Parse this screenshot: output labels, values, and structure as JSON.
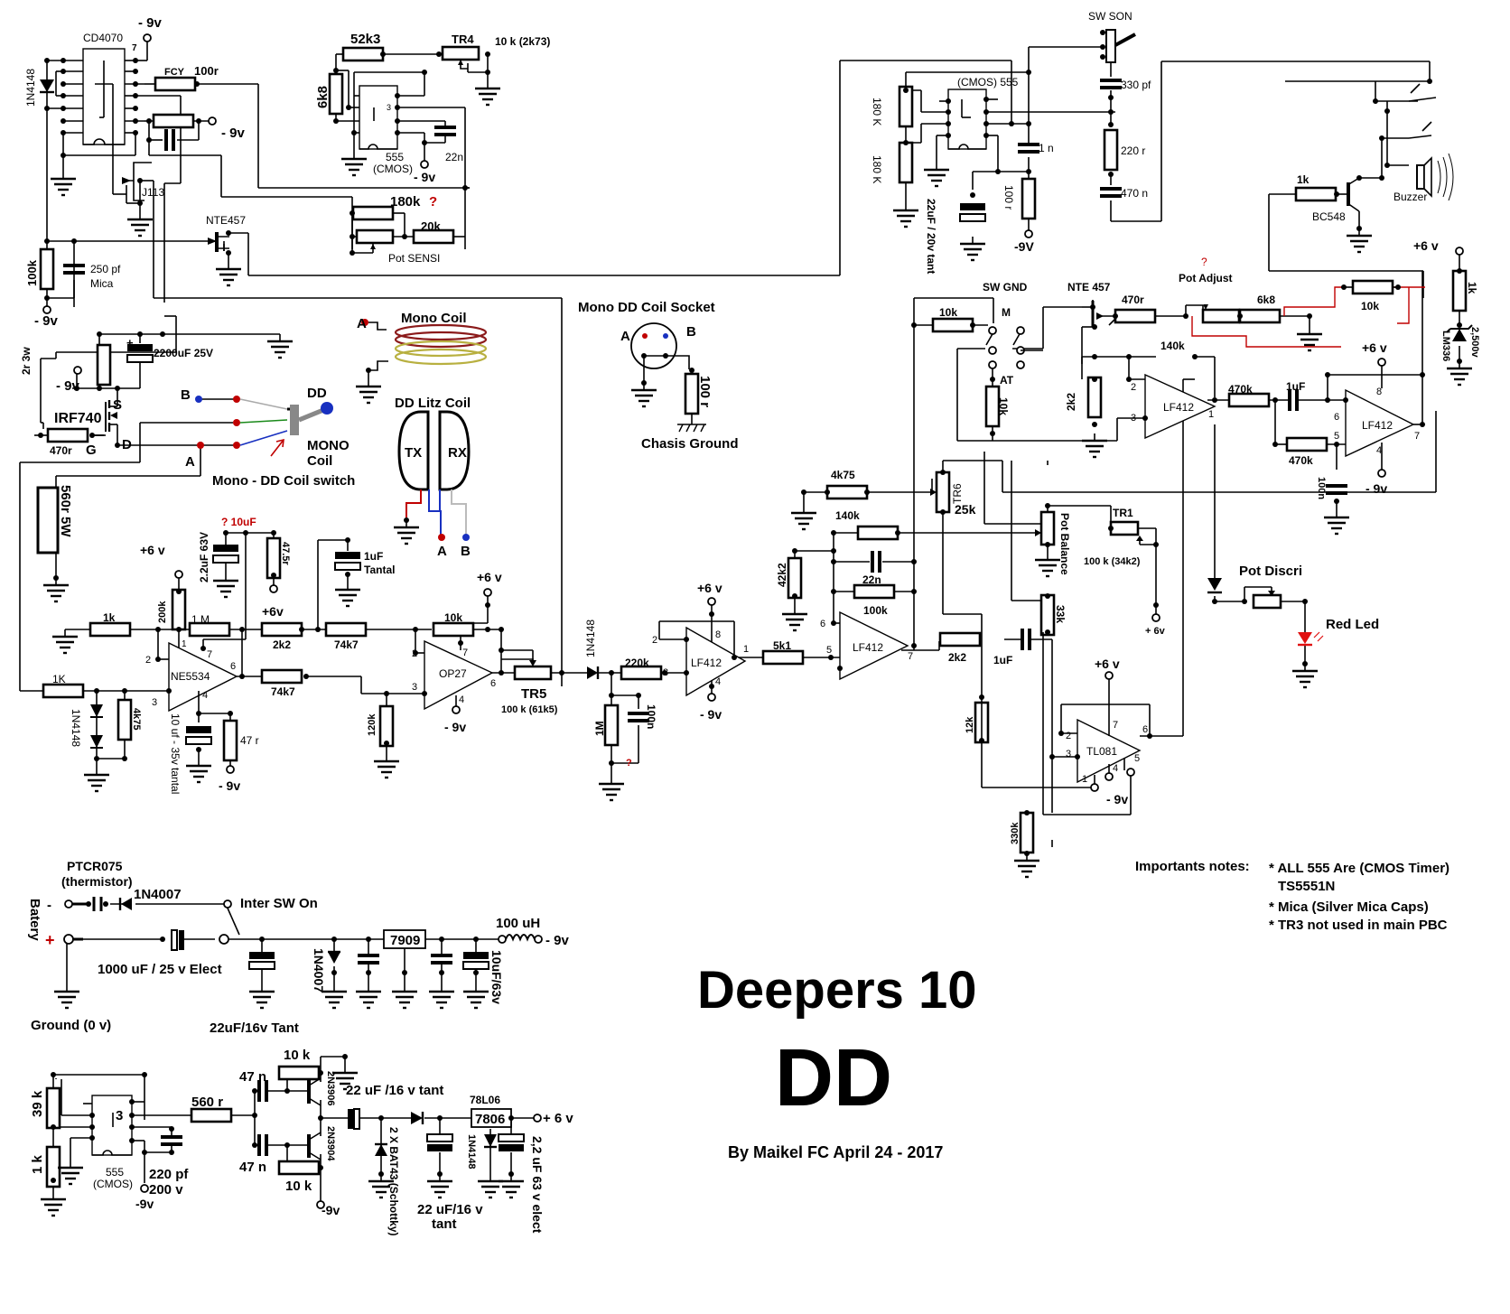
{
  "title": {
    "line1": "Deepers 10",
    "line2": "DD",
    "byline": "By Maikel FC April 24 - 2017"
  },
  "notes": {
    "heading": "Importants notes:",
    "items": [
      "* ALL 555  Are  (CMOS Timer)",
      "TS5551N",
      "* Mica (Silver Mica Caps)",
      "* TR3 not used in main PBC"
    ]
  },
  "oscillator": {
    "ic": "CD4070",
    "pin7": "7",
    "supply_neg": "- 9v",
    "diode": "1N4148",
    "fcy_label": "FCY",
    "fcy_res": "100r",
    "rc_supply": "- 9v",
    "fet": "J113",
    "r_100k": "100k",
    "c_250pf": "250 pf",
    "c_mica": "Mica",
    "neg9_bottom": "- 9v",
    "nte457": "NTE457"
  },
  "timer_top": {
    "r_52k3": "52k3",
    "tr4": "TR4",
    "tr4_val": "10 k (2k73)",
    "r_6k8": "6k8",
    "ic": "555",
    "ic_sub": "(CMOS)",
    "pin3": "3",
    "c_22n": "22n",
    "neg9": "- 9v",
    "r_180k": "180k",
    "q_mark": "?",
    "r_20k": "20k",
    "pot_sensi": "Pot SENSI"
  },
  "sound": {
    "sw_son": "SW SON",
    "ic": "(CMOS) 555",
    "r1": "180 K",
    "r2": "180 K",
    "c_1n": "1 n",
    "r_100r": "100 r",
    "cap_22uf": "22uF / 20v tant",
    "neg9": "-9V",
    "c_330pf": "330 pf",
    "r_220r": "220 r",
    "c_470n": "470 n",
    "r_1k": "1k",
    "transistor": "BC548",
    "buzzer": "Buzzer",
    "pos6": "+6 v",
    "q_mark": "?"
  },
  "tx_driver": {
    "neg9": "- 9v",
    "r_2r3w": "2r 3w",
    "cap": "2200uF 25V",
    "mosfet": "IRF740",
    "pin_s": "S",
    "pin_g": "G",
    "pin_d": "D",
    "r_470r": "470r",
    "r_560r": "560r 5W",
    "pt_b": "B",
    "pt_a": "A",
    "dd": "DD",
    "mono": "MONO",
    "coil": "Coil",
    "switch_label": "Mono - DD Coil switch"
  },
  "coils": {
    "mono_title": "Mono Coil",
    "mono_a": "A",
    "dd_title": "DD Litz Coil",
    "tx": "TX",
    "rx": "RX",
    "a": "A",
    "b": "B"
  },
  "socket": {
    "title": "Mono DD Coil  Socket",
    "a": "A",
    "b": "B",
    "r": "100 r",
    "chassis": "Chasis Ground"
  },
  "preamp": {
    "q10uf": "? 10uF",
    "pos6a": "+6 v",
    "r_200k": "200k",
    "c_2u2": "2.2uF 63V",
    "r_47r5": "47.5r",
    "pos6b": "+6v",
    "c_1uf": "1uF",
    "c_tantal": "Tantal",
    "r_1k_a": "1k",
    "r_1m": "1 M",
    "r_1k_b": "1K",
    "ic": "NE5534",
    "pins": [
      "1",
      "2",
      "3",
      "4",
      "6",
      "7"
    ],
    "diode": "1N4148",
    "r_4k75": "4k75",
    "cap_10uf": "10 uf - 35v tantal",
    "r_47r": "47 r",
    "neg9": "- 9v",
    "r_2k2": "2k2",
    "r_74k7a": "74k7",
    "r_74k7b": "74k7",
    "r_10k": "10k",
    "pos6c": "+6 v",
    "ic2": "OP27",
    "ic2_pins": [
      "2",
      "3",
      "4",
      "6",
      "7"
    ],
    "r_120k": "120k",
    "neg9b": "- 9v",
    "tr5": "TR5",
    "tr5_val": "100 k (61k5)"
  },
  "integrator": {
    "diode": "1N4148",
    "r_220k": "220k",
    "r_1m": "1M",
    "c_100n": "100n",
    "q_mark": "?",
    "ic": "LF412",
    "pins1": [
      "2",
      "3",
      "8",
      "4",
      "1"
    ],
    "pos6": "+6 v",
    "neg9": "- 9v",
    "r_5k1": "5k1",
    "ic2": "LF412",
    "pins2": [
      "6",
      "5",
      "7"
    ],
    "r_42k2": "42k2",
    "r_140k": "140k",
    "c_22n": "22n",
    "r_100k": "100k",
    "r_4k75": "4k75",
    "tr6": "TR6",
    "tr6_val": "25k",
    "pot_balance": "Pot Balance",
    "tr1": "TR1",
    "tr1_val": "100 k (34k2)",
    "pos6b": "+ 6v",
    "r_2k2": "2k2",
    "c_1uf": "1uF",
    "r_33k": "33k",
    "r_12k": "12k",
    "r_330k": "330k"
  },
  "tl081": {
    "ic": "TL081",
    "pos6": "+6 v",
    "neg9": "- 9v",
    "pins": [
      "2",
      "3",
      "7",
      "4",
      "1",
      "5",
      "6"
    ]
  },
  "ground_balance": {
    "sw_gnd": "SW GND",
    "nte": "NTE 457",
    "r_470r": "470r",
    "pot_adjust": "Pot Adjust",
    "q_mark": "?",
    "r_6k8": "6k8",
    "r_10k_a": "10k",
    "r_10k_b": "10k",
    "r_10k_c": "10k",
    "m": "M",
    "at": "AT",
    "r_2k2": "2k2",
    "r_140k": "140k",
    "ic1": "LF412",
    "ic1_pins": [
      "2",
      "3",
      "1"
    ],
    "r_470k_a": "470k",
    "c_1uf": "1uF",
    "r_470k_b": "470k",
    "c_100n": "100n",
    "ic2": "LF412",
    "ic2_pins": [
      "6",
      "5",
      "8",
      "4",
      "7"
    ],
    "pos6": "+6 v",
    "neg9": "- 9v",
    "pos6_ref": "+6 v",
    "r_1k": "1k",
    "lm336": "LM336",
    "ref_v": "2,500v"
  },
  "indicator": {
    "pot_discri": "Pot Discri",
    "led": "Red Led"
  },
  "power_neg": {
    "ptc": "PTCR075",
    "ptc_sub": "(thermistor)",
    "diode": "1N4007",
    "switch": "Inter SW On",
    "battery": "Batery",
    "minus": "-",
    "plus": "+",
    "c_1000u": "1000 uF / 25 v Elect",
    "ground": "Ground (0 v)",
    "c_22u": "22uF/16v Tant",
    "diode2": "1N4007",
    "reg": "7909",
    "inductor": "100 uH",
    "out": "- 9v",
    "c_10u": "10uF/63v"
  },
  "power_pos": {
    "r_39k": "39 k",
    "r_1k": "1 k",
    "ic": "555",
    "ic_sub": "(CMOS)",
    "pin3": "3",
    "c_220pf": "220 pf",
    "c_220pf_v": "200 v",
    "neg9": "-9v",
    "r_560r": "560 r",
    "c_47n_a": "47 n",
    "c_47n_b": "47 n",
    "r_10k_a": "10 k",
    "r_10k_b": "10 k",
    "q1": "2N3906",
    "q2": "2N3904",
    "neg9b": "-9v",
    "c_22u": "22 uF /16  v tant",
    "diodes": "2 X BAT43 (Schottky)",
    "c_22u_b": "22 uF/16  v",
    "c_22u_b2": "tant",
    "reg": "78L06",
    "reg_box": "7806",
    "diode": "1N4148",
    "c_2u2": "2,2 uF 63 v elect",
    "out": "+ 6  v"
  }
}
